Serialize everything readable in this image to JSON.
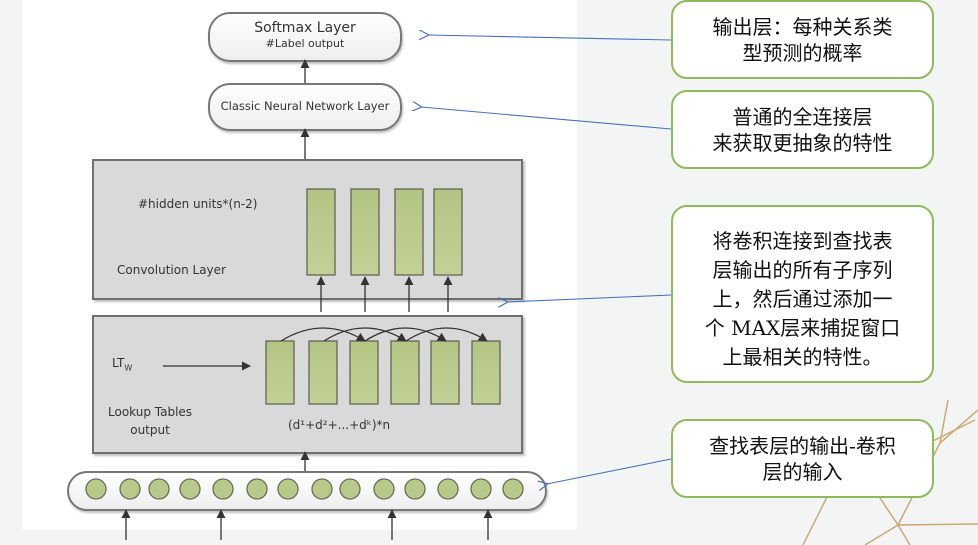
{
  "diagram": {
    "softmax_layer": {
      "title": "Softmax Layer",
      "subtitle": "#Label output"
    },
    "classic_layer": {
      "title": "Classic Neural Network Layer"
    },
    "convolution_layer": {
      "label": "Convolution Layer",
      "units_label": "#hidden units*(n-2)",
      "unit_count": 4
    },
    "lookup_layer": {
      "label_line1": "Lookup Tables",
      "label_line2": "output",
      "ltw_main": "LT",
      "ltw_sub": "W",
      "formula": "(d¹+d²+...+dᵏ)*n",
      "unit_count": 6
    },
    "input_layer": {
      "node_count": 14,
      "input_arrow_count": 4
    },
    "colors": {
      "unit_fill": "#b9c98c",
      "unit_border": "#5d5d4d",
      "layer_fill": "#d9d9d9",
      "note_border": "#8dbb5a",
      "pointer_line": "#4472c4",
      "decor_line": "#c9a064"
    }
  },
  "annotations": [
    {
      "text": "输出层：每种关系类\n型预测的概率"
    },
    {
      "text": "普通的全连接层\n来获取更抽象的特性"
    },
    {
      "text": "将卷积连接到查找表\n层输出的所有子序列\n上，然后通过添加一\n个 MAX层来捕捉窗口\n上最相关的特性。"
    },
    {
      "text": "查找表层的输出-卷积\n层的输入"
    }
  ]
}
